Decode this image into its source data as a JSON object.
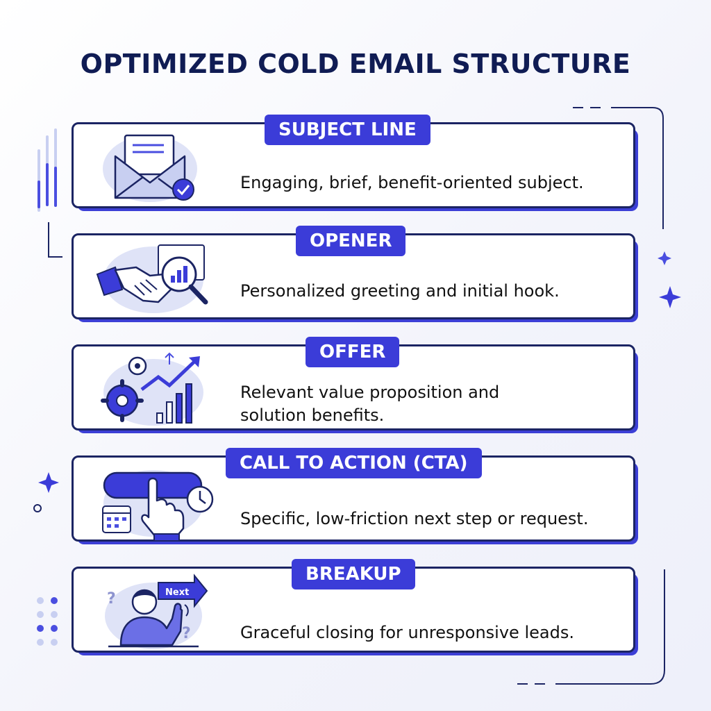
{
  "title": "OPTIMIZED COLD EMAIL STRUCTURE",
  "colors": {
    "navy": "#1b2463",
    "accent": "#3b3cd8",
    "icon_fill": "#dfe3f7",
    "icon_light": "#c8cff1"
  },
  "steps": [
    {
      "label": "SUBJECT LINE",
      "description": "Engaging, brief, benefit-oriented subject.",
      "icon": "envelope-check-icon"
    },
    {
      "label": "OPENER",
      "description": "Personalized greeting and initial hook.",
      "icon": "handshake-magnifier-icon"
    },
    {
      "label": "OFFER",
      "description": "Relevant value proposition and solution benefits.",
      "icon": "gears-growth-chart-icon"
    },
    {
      "label": "CALL TO ACTION (CTA)",
      "description": "Specific, low-friction next step or request.",
      "icon": "pointer-click-button-icon"
    },
    {
      "label": "BREAKUP",
      "description": "Graceful closing for unresponsive leads.",
      "icon": "person-waving-next-icon",
      "icon_label": "Next"
    }
  ]
}
